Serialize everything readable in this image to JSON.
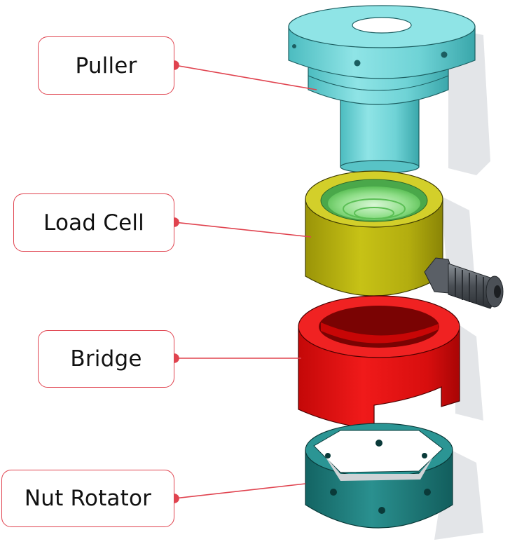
{
  "diagram": {
    "labels": [
      {
        "id": "puller",
        "text": "Puller"
      },
      {
        "id": "load_cell",
        "text": "Load Cell"
      },
      {
        "id": "bridge",
        "text": "Bridge"
      },
      {
        "id": "nut_rotator",
        "text": "Nut Rotator"
      }
    ],
    "colors": {
      "label_border": "#e0434f",
      "leader_line": "#e0434f",
      "puller": "#6fd3d6",
      "load_cell": "#b6b00f",
      "load_cell_inner": "#7fd67a",
      "bridge": "#e01010",
      "nut_rotator": "#1e7d7c",
      "connector": "#555a60"
    }
  }
}
